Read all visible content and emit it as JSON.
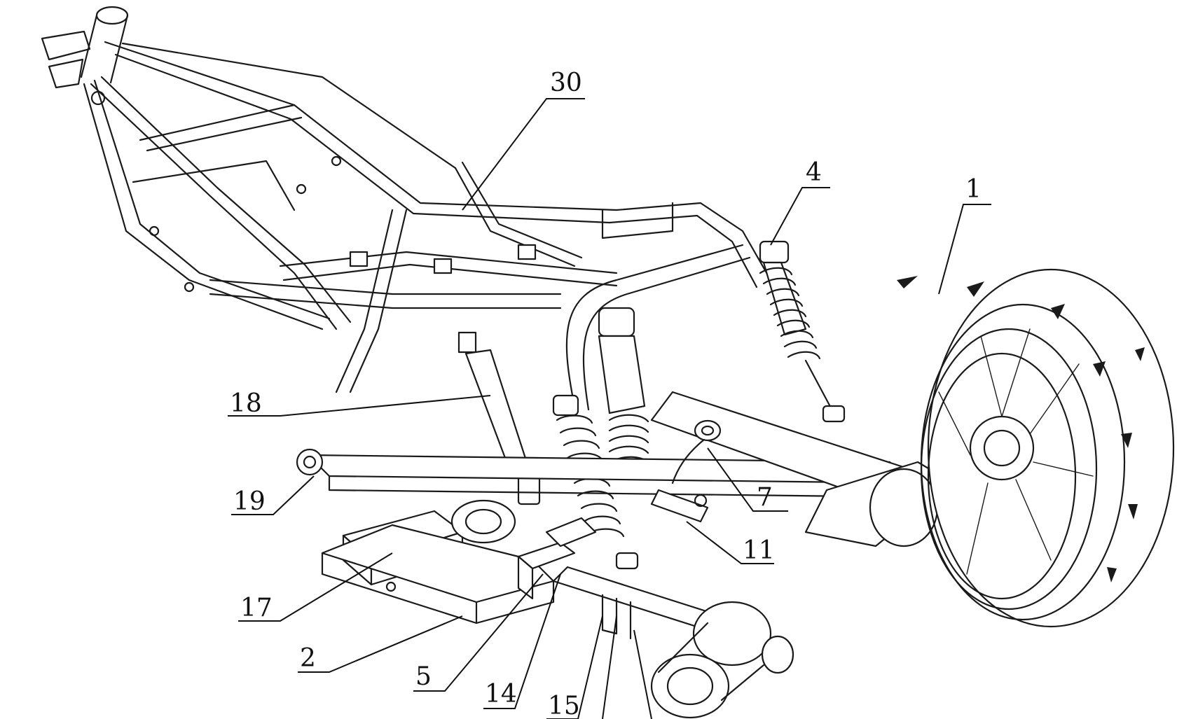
{
  "labels": {
    "l1": "1",
    "l2": "2",
    "l4": "4",
    "l5": "5",
    "l7": "7",
    "l11": "11",
    "l14": "14",
    "l15": "15",
    "l17": "17",
    "l18": "18",
    "l19": "19",
    "l30": "30"
  },
  "colors": {
    "ink": "#1a1a1a",
    "paper": "#ffffff"
  }
}
